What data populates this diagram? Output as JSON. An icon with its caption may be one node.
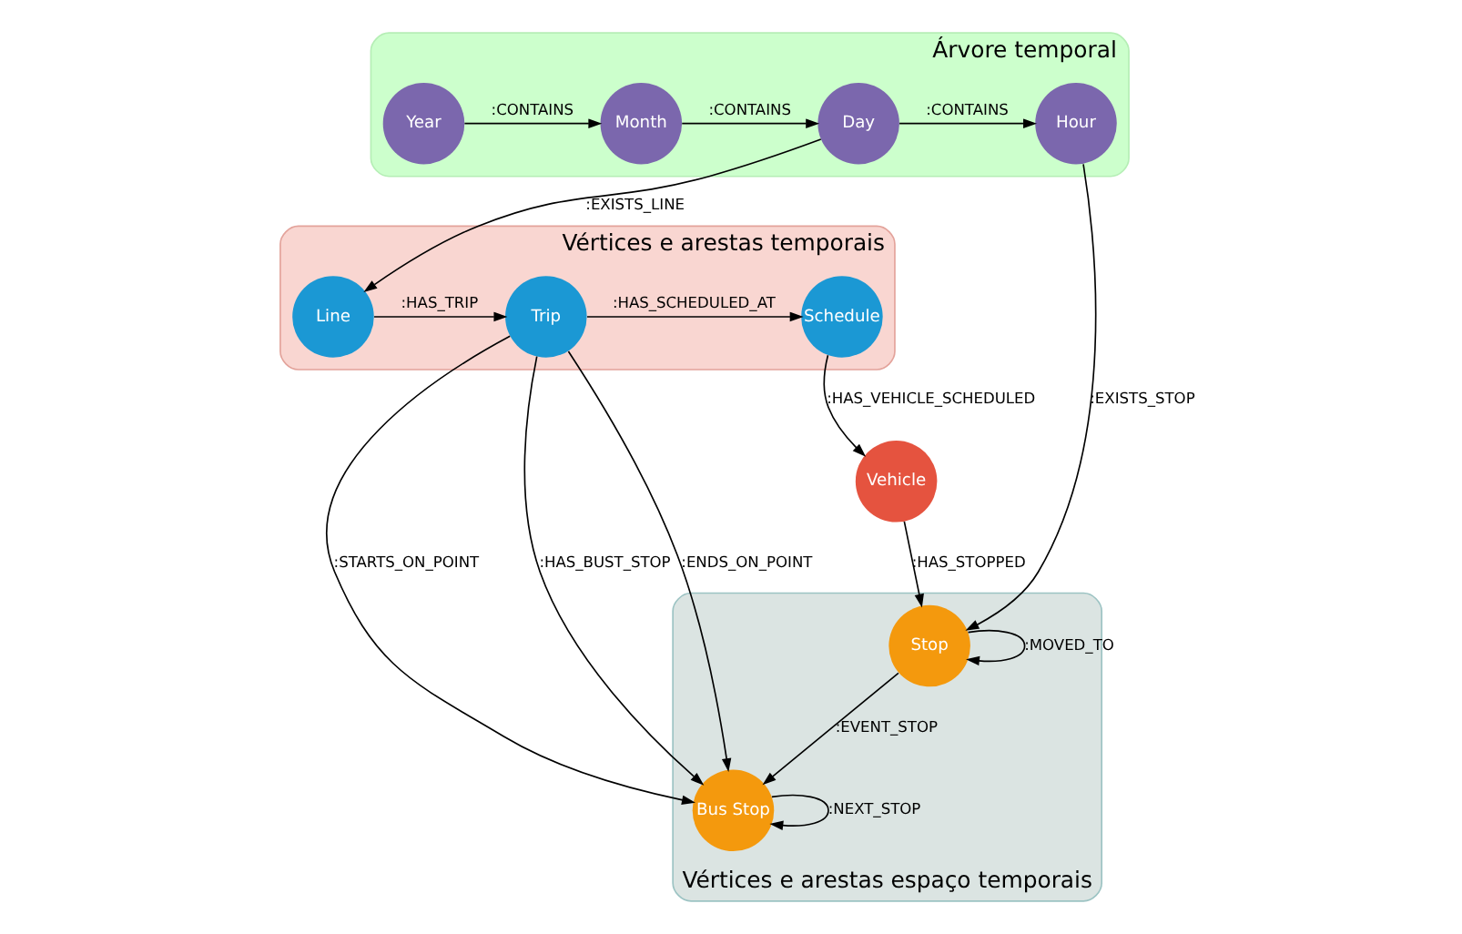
{
  "diagram": {
    "nodes": [
      {
        "text": [
          "Árvore temporal"
        ]
      },
      {
        "text": [
          "Year"
        ],
        "in": 0
      },
      {
        "text": [
          "Month"
        ],
        "in": 0
      },
      {
        "text": [
          "Day"
        ],
        "in": 0
      },
      {
        "text": [
          "Hour"
        ],
        "in": 0
      },
      {
        "text": [
          "Vértices e arestas temporais"
        ]
      },
      {
        "text": [
          "Schedule"
        ],
        "in": 5
      },
      {
        "text": [
          "Trip"
        ],
        "in": 5
      },
      {
        "text": [
          "Line"
        ],
        "in": 5
      },
      {
        "text": [
          "Vértices e arestas espaço temporais"
        ]
      },
      {
        "text": [
          "Bus Stop"
        ],
        "in": 9
      },
      {
        "text": [
          "Stop"
        ],
        "in": 9
      },
      {
        "text": [
          "Vehicle"
        ]
      }
    ],
    "edges": [
      {
        "from": 1,
        "to": 2,
        "arrow": "to",
        "label": ":CONTAINS"
      },
      {
        "from": 2,
        "to": 3,
        "arrow": "to",
        "label": ":CONTAINS"
      },
      {
        "from": 3,
        "to": 4,
        "arrow": "to",
        "label": ":CONTAINS"
      },
      {
        "from": 3,
        "to": 8,
        "arrow": "to",
        "label": ":EXISTS_LINE"
      },
      {
        "from": 8,
        "to": 7,
        "arrow": "to",
        "label": ":HAS_TRIP"
      },
      {
        "from": 7,
        "to": 6,
        "arrow": "to",
        "label": ":HAS_SCHEDULED_AT"
      },
      {
        "from": 7,
        "to": 10,
        "arrow": "to",
        "label": ":STARTS_ON_POINT"
      },
      {
        "from": 7,
        "to": 10,
        "arrow": "to",
        "label": ":HAS_BUST_STOP"
      },
      {
        "from": 7,
        "to": 10,
        "arrow": "to",
        "label": ":ENDS_ON_POINT"
      },
      {
        "from": 6,
        "to": 12,
        "arrow": "to",
        "label": ":HAS_VEHICLE_SCHEDULED"
      },
      {
        "from": 12,
        "to": 11,
        "arrow": "to",
        "label": ":HAS_STOPPED"
      },
      {
        "from": 11,
        "to": 11,
        "arrow": "to",
        "label": ":MOVED_TO"
      },
      {
        "from": 11,
        "to": 10,
        "arrow": "to",
        "label": ":EVENT_STOP"
      },
      {
        "from": 10,
        "to": 10,
        "arrow": "to",
        "label": ":NEXT_STOP"
      },
      {
        "from": 4,
        "to": 11,
        "arrow": "to",
        "label": ":EXISTS_STOP"
      }
    ]
  }
}
